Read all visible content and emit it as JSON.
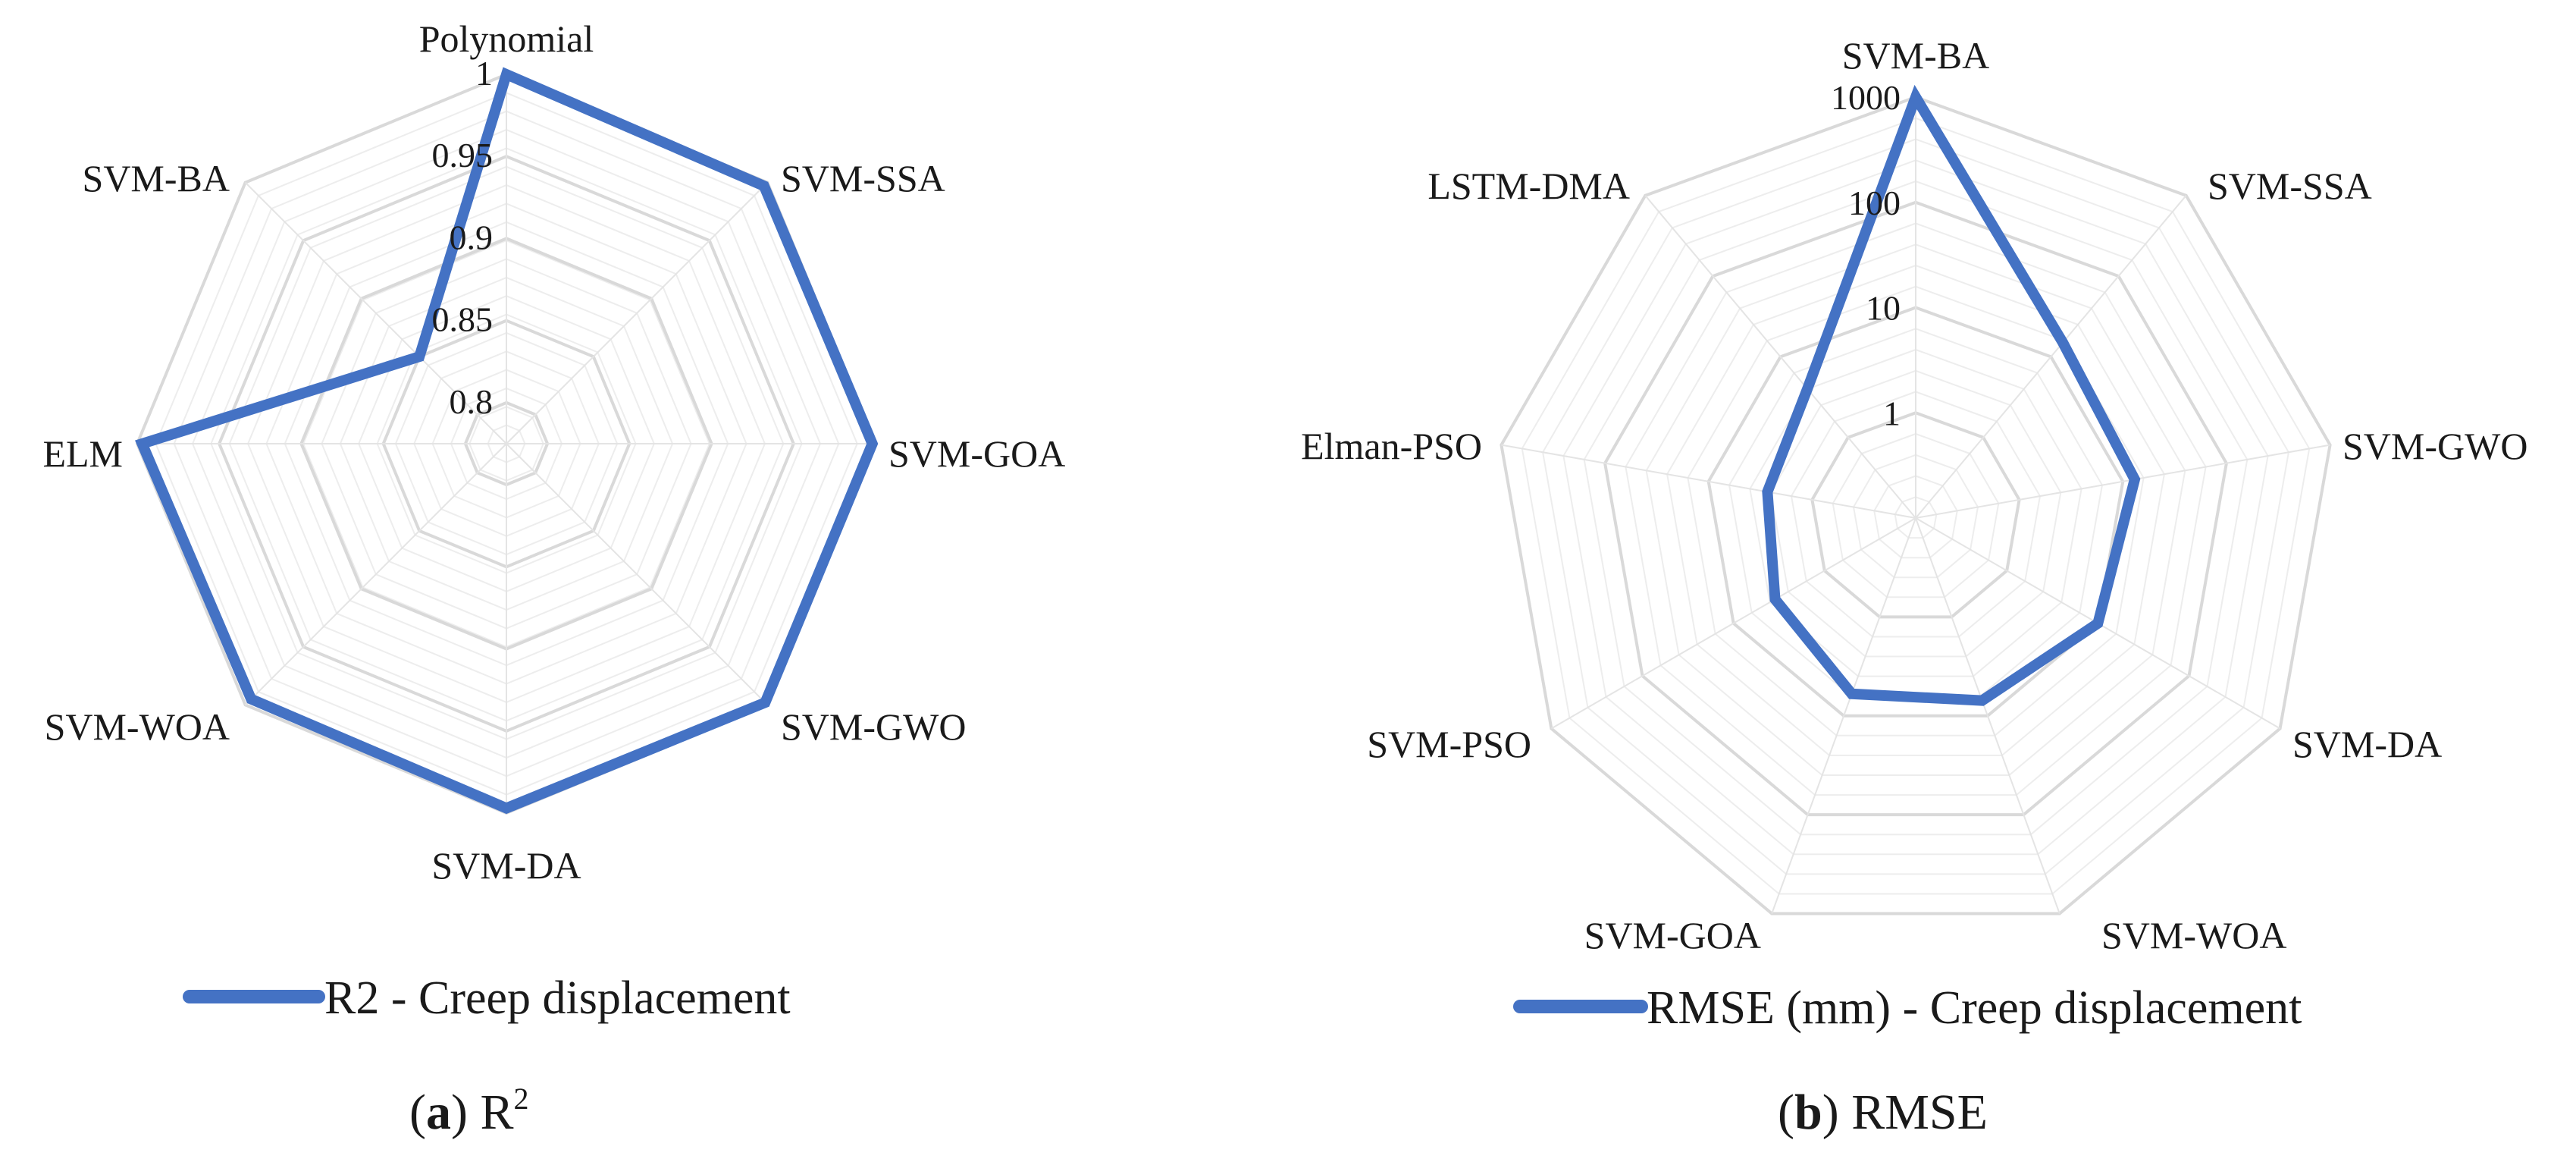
{
  "chart_data": [
    {
      "type": "radar",
      "categories": [
        "Polynomial",
        "SVM-SSA",
        "SVM-GOA",
        "SVM-GWO",
        "SVM-DA",
        "SVM-WOA",
        "ELM",
        "SVM-BA"
      ],
      "series": [
        {
          "name": "R2 - Creep displacement",
          "values": [
            1.0,
            0.997,
            0.998,
            0.998,
            0.997,
            0.995,
            0.997,
            0.85
          ]
        }
      ],
      "rlim": [
        0.775,
        1.0
      ],
      "ticks": [
        0.8,
        0.85,
        0.9,
        0.95,
        1
      ],
      "tick_labels": [
        "0.8",
        "0.85",
        "0.9",
        "0.95",
        "1"
      ],
      "scale": "linear",
      "grid": true,
      "legend_position": "bottom",
      "caption": {
        "letter": "a",
        "text": "R",
        "sup": "2"
      },
      "series_color": "#4472C4",
      "grid_color": "#D9D9D9"
    },
    {
      "type": "radar",
      "categories": [
        "SVM-BA",
        "SVM-SSA",
        "SVM-GWO",
        "SVM-DA",
        "SVM-WOA",
        "SVM-GOA",
        "SVM-PSO",
        "Elman-PSO",
        "LSTM-DMA"
      ],
      "series": [
        {
          "name": "RMSE (mm) - Creep displacement",
          "values": [
            1000,
            15,
            13,
            10,
            7,
            6,
            3.5,
            2.7,
            4
          ]
        }
      ],
      "rlim": [
        0.1,
        1000
      ],
      "ticks": [
        1,
        10,
        100,
        1000
      ],
      "tick_labels": [
        "1",
        "10",
        "100",
        "1000"
      ],
      "scale": "log",
      "grid": true,
      "legend_position": "bottom",
      "caption": {
        "letter": "b",
        "text": "RMSE"
      },
      "series_color": "#4472C4",
      "grid_color": "#D9D9D9"
    }
  ]
}
